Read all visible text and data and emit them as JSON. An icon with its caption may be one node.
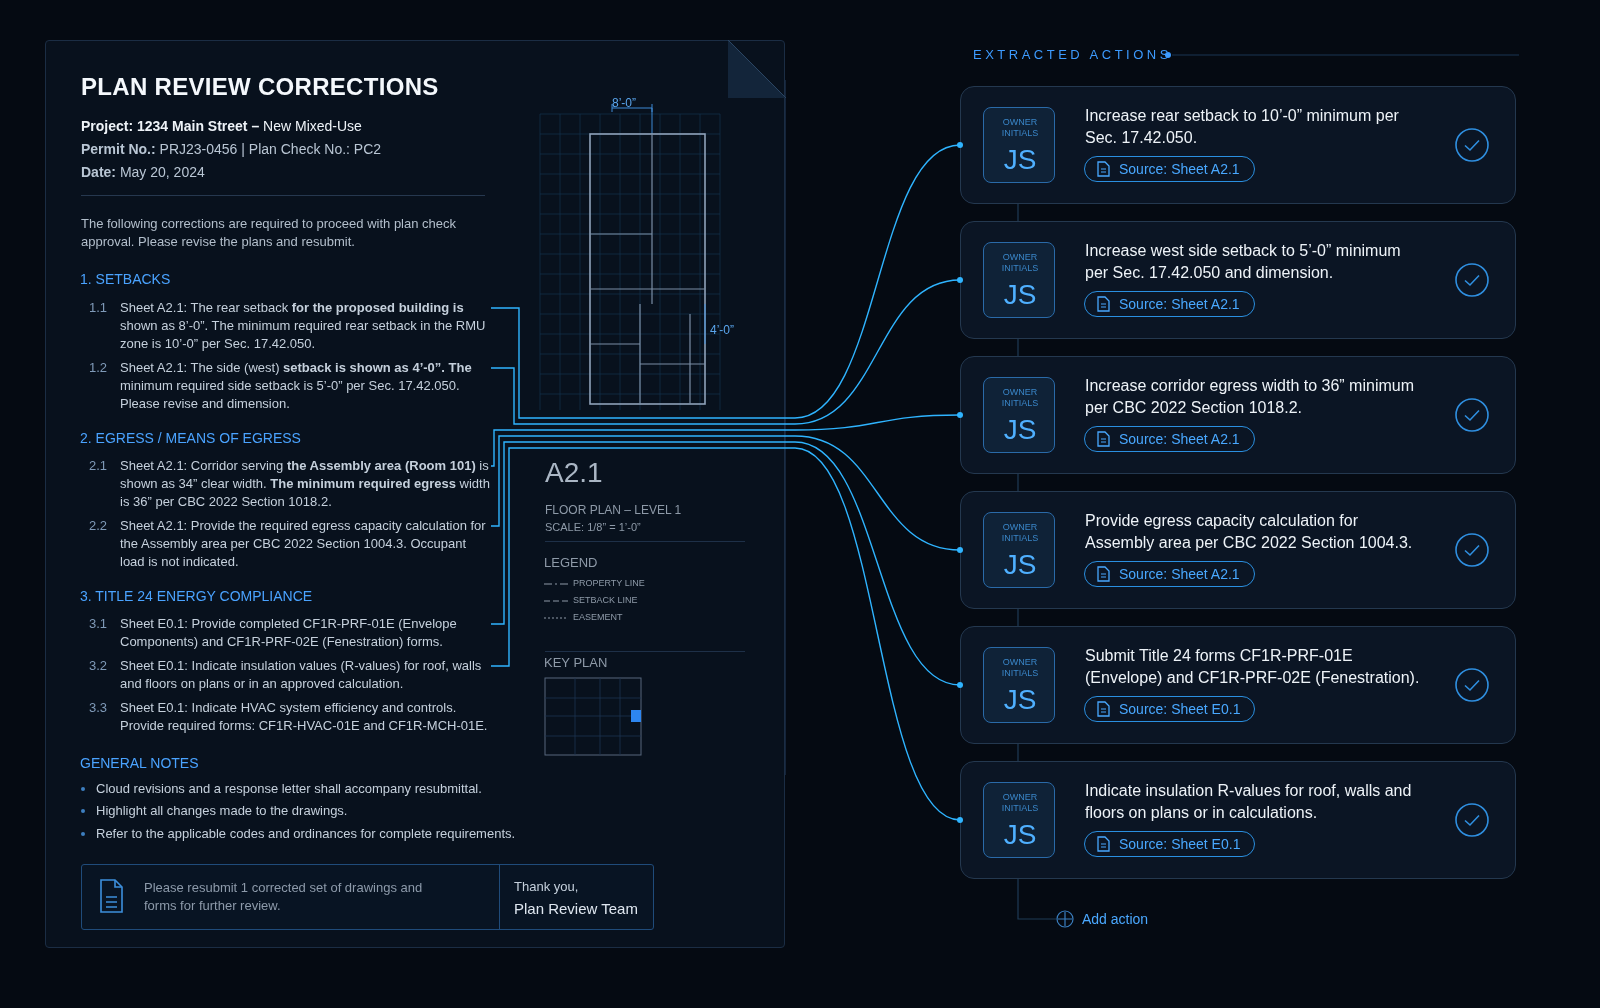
{
  "diagram": {
    "nodes": [
      {
        "text": [
          "PLAN REVIEW CORRECTIONS",
          "**Project: 1234 Main Street –** New Mixed-Use",
          "**Permit No.:** PRJ23-0456 | Plan Check No.: PC2",
          "**Date:** May 20, 2024",
          "The following corrections are required to proceed with plan check approval. Please revise the plans and resubmit."
        ]
      },
      {
        "text": [
          "1.1",
          "Sheet A2.1: The rear setback **for the proposed building is** shown as 8’-0”. The minimum required rear setback in the RMU zone is 10’-0” per Sec. 17.42.050."
        ],
        "in": 0
      },
      {
        "text": [
          "1.2",
          "Sheet A2.1: The side (west) **setback is shown as 4’-0”. The** minimum required side setback is 5’-0” per Sec. 17.42.050. Please revise and dimension."
        ],
        "in": 0
      },
      {
        "text": [
          "2.1",
          "Sheet A2.1: Corridor serving **the Assembly area (Room 101)** is shown as 34” clear width. **The minimum required egress** width is 36” per CBC 2022 Section 1018.2."
        ],
        "in": 0
      },
      {
        "text": [
          "2.2",
          "Sheet A2.1: Provide the required egress capacity calculation for the Assembly area per CBC 2022 Section 1004.3. Occupant load is not indicated."
        ],
        "in": 0
      },
      {
        "text": [
          "3.1",
          "Sheet E0.1: Provide completed CF1R-PRF-01E (Envelope Components) and CF1R-PRF-02E (Fenestration) forms."
        ],
        "in": 0
      },
      {
        "text": [
          "3.2",
          "Sheet E0.1: Indicate insulation values (R-values) for roof, walls and floors on plans or in an approved calculation."
        ],
        "in": 0
      },
      {
        "text": [
          "3.3",
          "Sheet E0.1: Indicate HVAC system efficiency and controls. Provide required forms: CF1R-HVAC-01E and CF1R-MCH-01E."
        ],
        "in": 0
      },
      {
        "text": [
          "Please resubmit 1 corrected set of drawings and forms for further review.",
          "Thank you,",
          "Plan Review Team"
        ],
        "in": 0
      },
      {
        "text": [
          "A2.1",
          "FLOOR PLAN – LEVEL 1",
          "SCALE: 1/8” = 1’-0”"
        ],
        "in": 0
      },
      {
        "text": [
          "Increase rear setback to 10’-0” minimum per Sec. 17.42.050.",
          "Source: Sheet A2.1"
        ]
      },
      {
        "text": [
          "OWNER INITIALS",
          "JS"
        ],
        "in": 10
      },
      {
        "text": [
          "Increase west side setback to 5’-0” minimum per Sec. 17.42.050 and dimension.",
          "Source: Sheet A2.1"
        ]
      },
      {
        "text": [
          "OWNER INITIALS",
          "JS"
        ],
        "in": 12
      },
      {
        "text": [
          "Increase corridor egress width to 36” minimum per CBC 2022 Section 1018.2.",
          "Source: Sheet A2.1"
        ]
      },
      {
        "text": [
          "OWNER INITIALS",
          "JS"
        ],
        "in": 14
      },
      {
        "text": [
          "Provide egress capacity calculation for Assembly area per CBC 2022 Section 1004.3.",
          "Source: Sheet A2.1"
        ]
      },
      {
        "text": [
          "OWNER INITIALS",
          "JS"
        ],
        "in": 16
      },
      {
        "text": [
          "Submit Title 24 forms CF1R-PRF-01E (Envelope) and CF1R-PRF-02E (Fenestration).",
          "Source: Sheet E0.1"
        ]
      },
      {
        "text": [
          "OWNER INITIALS",
          "JS"
        ],
        "in": 18
      },
      {
        "text": [
          "Indicate insulation R-values for roof, walls and floors on plans or in calculations.",
          "Source: Sheet E0.1"
        ]
      },
      {
        "text": [
          "OWNER INITIALS",
          "JS"
        ],
        "in": 20
      },
      {
        "text": [
          "Add action"
        ]
      }
    ],
    "edges": [
      {
        "from": 1,
        "to": 10,
        "arrow": "other"
      },
      {
        "from": 2,
        "to": 12,
        "arrow": "other"
      },
      {
        "from": 3,
        "to": 14,
        "arrow": "other"
      },
      {
        "from": 4,
        "to": 16,
        "arrow": "other"
      },
      {
        "from": 5,
        "to": 18,
        "arrow": "other"
      },
      {
        "from": 6,
        "to": 20,
        "arrow": "other"
      },
      {
        "from": 10,
        "to": 12,
        "arrow": "none",
        "color": "#1e3a55"
      },
      {
        "from": 12,
        "to": 14,
        "arrow": "none",
        "color": "#1e3a55"
      },
      {
        "from": 14,
        "to": 16,
        "arrow": "none",
        "color": "#1e3a55"
      },
      {
        "from": 16,
        "to": 18,
        "arrow": "none",
        "color": "#1e3a55"
      },
      {
        "from": 18,
        "to": 20,
        "arrow": "none",
        "color": "#1e3a55"
      },
      {
        "from": 20,
        "to": 22,
        "arrow": "none",
        "color": "#1e3a55"
      }
    ],
    "labels": [
      "1. SETBACKS",
      "2. EGRESS / MEANS OF EGRESS",
      "3. TITLE 24 ENERGY COMPLIANCE",
      "GENERAL NOTES",
      "Cloud revisions and a response letter shall accompany resubmittal.",
      "Highlight all changes made to the drawings.",
      "Refer to the applicable codes and ordinances for complete requirements.",
      "8’-0”",
      "4’-0”",
      "LEGEND",
      "KEY PLAN",
      "EXTRACTED ACTIONS"
    ],
    "legend": [
      {
        "text": "PROPERTY LINE"
      },
      {
        "text": "SETBACK LINE"
      },
      {
        "text": "EASEMENT"
      }
    ]
  }
}
